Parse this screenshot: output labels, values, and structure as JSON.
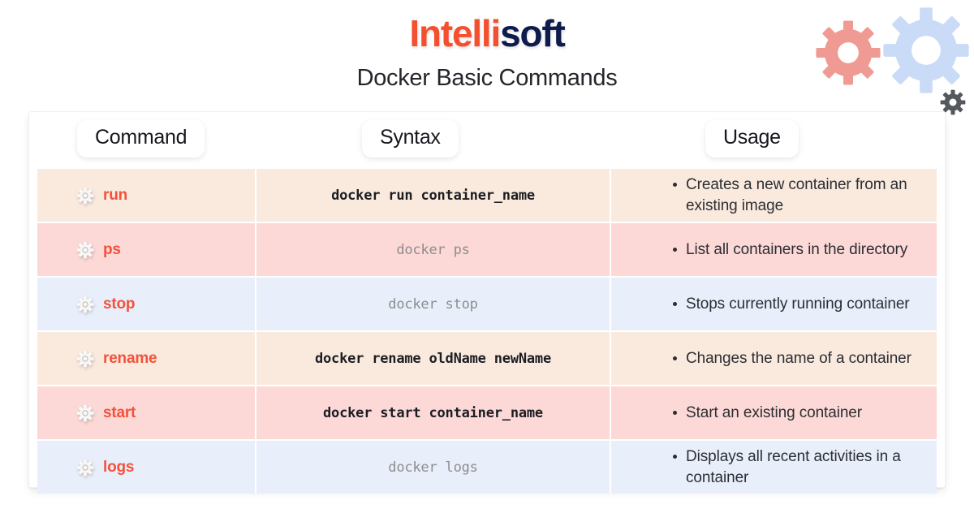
{
  "brand": {
    "logo_part1": "Intelli",
    "logo_part2": "soft",
    "logo_color_1": "#f4502f",
    "logo_color_2": "#0e1b4d"
  },
  "page": {
    "subtitle": "Docker Basic Commands"
  },
  "decor": {
    "gear_large_blue_color": "#c9dbf7",
    "gear_medium_salmon_color": "#ef9a92",
    "gear_small_gray_color": "#55585c"
  },
  "table": {
    "headers": {
      "command": "Command",
      "syntax": "Syntax",
      "usage": "Usage"
    },
    "row_colors": {
      "cream": "#faeade",
      "pink": "#fcd9d7",
      "blue": "#e8effb"
    },
    "command_text_color": "#f4513b",
    "rows": [
      {
        "icon": "gear-icon",
        "command": "run",
        "syntax": "docker run container_name",
        "syntax_style": "strong",
        "usage": "Creates a new container from an existing image",
        "bg": "cream"
      },
      {
        "icon": "gear-icon",
        "command": "ps",
        "syntax": "docker ps",
        "syntax_style": "muted",
        "usage": "List all containers in the directory",
        "bg": "pink"
      },
      {
        "icon": "gear-icon",
        "command": "stop",
        "syntax": "docker stop",
        "syntax_style": "muted",
        "usage": "Stops currently running container",
        "bg": "blue"
      },
      {
        "icon": "gear-icon",
        "command": "rename",
        "syntax": "docker rename oldName newName",
        "syntax_style": "strong",
        "usage": "Changes the name of a container",
        "bg": "cream"
      },
      {
        "icon": "gear-icon",
        "command": "start",
        "syntax": "docker start container_name",
        "syntax_style": "strong",
        "usage": "Start an existing container",
        "bg": "pink"
      },
      {
        "icon": "gear-icon",
        "command": "logs",
        "syntax": "docker logs",
        "syntax_style": "muted",
        "usage": "Displays all recent activities in a container",
        "bg": "blue"
      }
    ]
  }
}
